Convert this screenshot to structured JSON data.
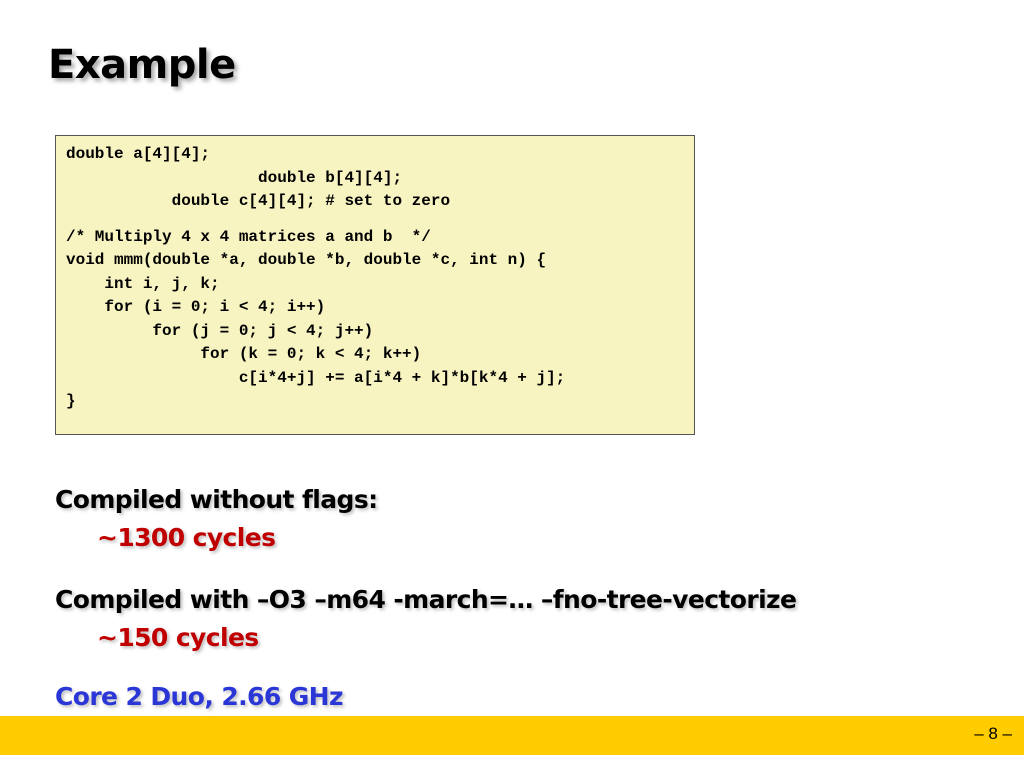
{
  "slide": {
    "title": "Example",
    "code_lines": [
      "double a[4][4];",
      "                    double b[4][4];",
      "           double c[4][4]; # set to zero",
      "",
      "/* Multiply 4 x 4 matrices a and b  */",
      "void mmm(double *a, double *b, double *c, int n) {",
      "    int i, j, k;",
      "    for (i = 0; i < 4; i++)",
      "         for (j = 0; j < 4; j++)",
      "              for (k = 0; k < 4; k++)",
      "                  c[i*4+j] += a[i*4 + k]*b[k*4 + j];",
      "}"
    ],
    "bullets": [
      {
        "text": "Compiled without flags:",
        "sub": "~1300 cycles"
      },
      {
        "text": "Compiled with –O3 –m64 -march=… –fno-tree-vectorize",
        "sub": "~150 cycles"
      },
      {
        "text": "Core 2 Duo, 2.66 GHz"
      }
    ],
    "page_number": "– 8 –",
    "colors": {
      "code_background": "#f7f4c1",
      "highlight": "#c00000",
      "cpu_text": "#2a36d6",
      "footer_bar": "#ffcc00"
    }
  }
}
